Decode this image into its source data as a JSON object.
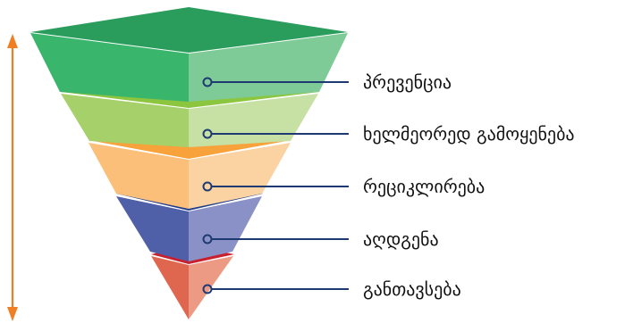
{
  "colors": {
    "arrow": "#f07e22",
    "connector": "#1f3a73",
    "connector_dot_fill": "#ffffff"
  },
  "layers": [
    {
      "label": "პრევენცია",
      "colors": {
        "top": "#2a9d5c",
        "left": "#3ab56c",
        "right": "#7fcb97"
      }
    },
    {
      "label": "ხელმეორედ გამოყენება",
      "colors": {
        "top": "#8cc63f",
        "left": "#a6d06a",
        "right": "#c6e1a3"
      }
    },
    {
      "label": "რეციკლირება",
      "colors": {
        "top": "#f7a23b",
        "left": "#fbbf7a",
        "right": "#fbd3a3"
      }
    },
    {
      "label": "აღდგენა",
      "colors": {
        "top": "#1f3a8a",
        "left": "#4f5fa8",
        "right": "#8a91c6"
      }
    },
    {
      "label": "განთავსება",
      "colors": {
        "top": "#c8202e",
        "left": "#e0674f",
        "right": "#ec9a84"
      }
    }
  ]
}
